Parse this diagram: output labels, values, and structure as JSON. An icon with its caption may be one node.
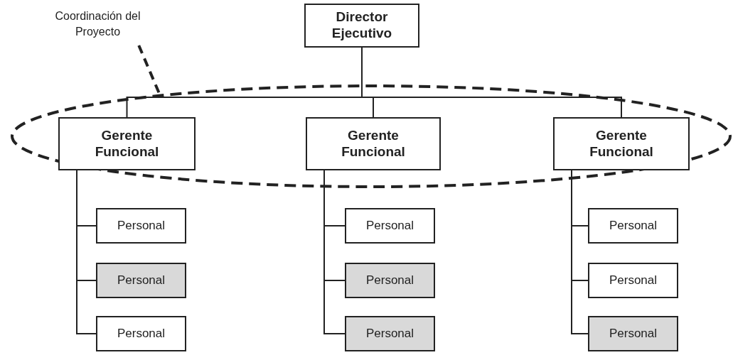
{
  "diagram": {
    "nodes": [
      {
        "text": [
          "Coordinación del Proyecto"
        ]
      },
      {
        "text": [
          "Director Ejecutivo"
        ]
      },
      {
        "text": [],
        "shape": "ellipse"
      },
      {
        "text": [
          "Gerente Funcional"
        ],
        "in": 2
      },
      {
        "text": [
          "Gerente Funcional"
        ],
        "in": 2
      },
      {
        "text": [
          "Gerente Funcional"
        ],
        "in": 2
      },
      {
        "text": [
          "Personal"
        ]
      },
      {
        "text": [
          "Personal"
        ]
      },
      {
        "text": [
          "Personal"
        ]
      },
      {
        "text": [
          "Personal"
        ]
      },
      {
        "text": [
          "Personal"
        ]
      },
      {
        "text": [
          "Personal"
        ]
      },
      {
        "text": [
          "Personal"
        ]
      },
      {
        "text": [
          "Personal"
        ]
      },
      {
        "text": [
          "Personal"
        ]
      }
    ],
    "edges": [
      {
        "from": 0,
        "to": 2,
        "arrow": "none",
        "style": "dashed"
      },
      {
        "from": 1,
        "to": 3,
        "arrow": "none"
      },
      {
        "from": 1,
        "to": 4,
        "arrow": "none"
      },
      {
        "from": 1,
        "to": 5,
        "arrow": "none"
      },
      {
        "from": 3,
        "to": 6,
        "arrow": "none"
      },
      {
        "from": 3,
        "to": 7,
        "arrow": "none"
      },
      {
        "from": 3,
        "to": 8,
        "arrow": "none"
      },
      {
        "from": 4,
        "to": 9,
        "arrow": "none"
      },
      {
        "from": 4,
        "to": 10,
        "arrow": "none"
      },
      {
        "from": 4,
        "to": 11,
        "arrow": "none"
      },
      {
        "from": 5,
        "to": 12,
        "arrow": "none"
      },
      {
        "from": 5,
        "to": 13,
        "arrow": "none"
      },
      {
        "from": 5,
        "to": 14,
        "arrow": "none"
      }
    ]
  }
}
